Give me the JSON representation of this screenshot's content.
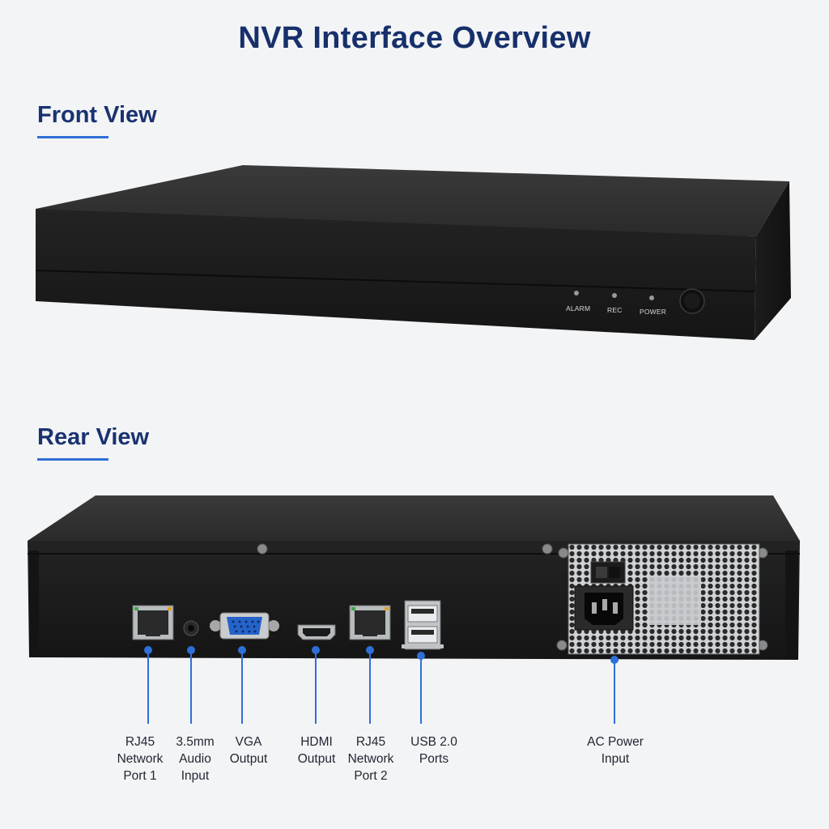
{
  "title": "NVR Interface Overview",
  "sections": {
    "front": {
      "title": "Front View"
    },
    "rear": {
      "title": "Rear View"
    }
  },
  "front_panel": {
    "indicators": [
      "ALARM",
      "REC",
      "POWER"
    ]
  },
  "rear_ports": [
    {
      "id": "rj45-1",
      "label": "RJ45\nNetwork\nPort 1"
    },
    {
      "id": "audio",
      "label": "3.5mm\nAudio\nInput"
    },
    {
      "id": "vga",
      "label": "VGA\nOutput"
    },
    {
      "id": "hdmi",
      "label": "HDMI\nOutput"
    },
    {
      "id": "rj45-2",
      "label": "RJ45\nNetwork\nPort 2"
    },
    {
      "id": "usb",
      "label": "USB 2.0\nPorts"
    },
    {
      "id": "ac",
      "label": "AC Power\nInput"
    }
  ],
  "colors": {
    "title": "#17306b",
    "accent": "#2f6fd6",
    "chassis": "#1e1e1e",
    "vga_port": "#2563c9"
  }
}
